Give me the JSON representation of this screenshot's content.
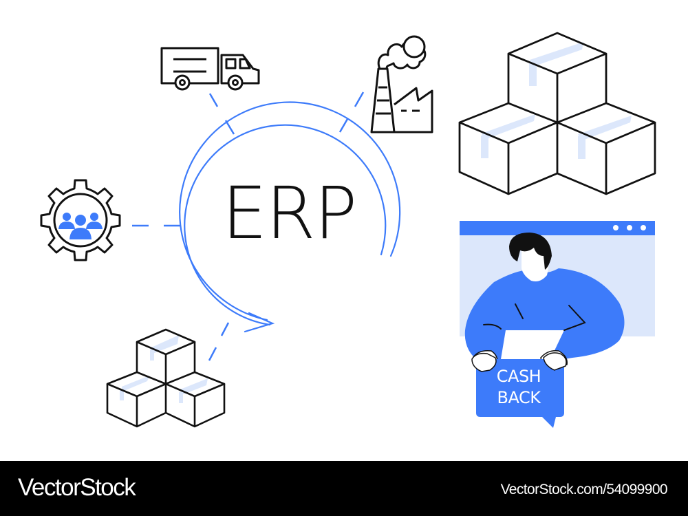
{
  "diagram": {
    "center_label": "ERP",
    "nodes": [
      {
        "id": "logistics",
        "icon": "delivery-truck-icon"
      },
      {
        "id": "manufacturing",
        "icon": "factory-icon"
      },
      {
        "id": "human-resources",
        "icon": "gear-team-icon"
      },
      {
        "id": "inventory",
        "icon": "stacked-boxes-icon"
      },
      {
        "id": "warehouse",
        "icon": "stacked-boxes-large-icon"
      }
    ],
    "cashback": {
      "line1": "CASH",
      "line2": "BACK"
    },
    "colors": {
      "accent": "#3d7bfa",
      "accent_light": "#dce7fb",
      "outline": "#111111",
      "background": "#ffffff"
    }
  },
  "footer": {
    "brand": "VectorStock",
    "url": "VectorStock.com/54099900"
  }
}
